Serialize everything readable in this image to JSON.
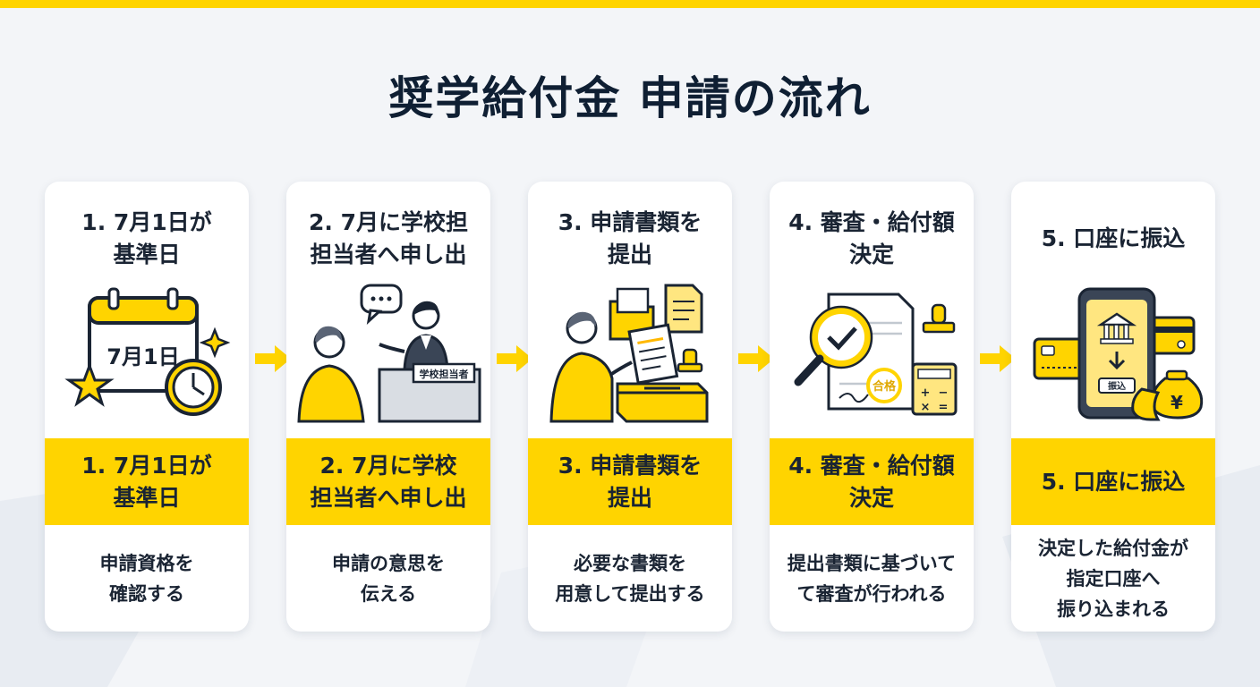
{
  "title": "奨学給付金 申請の流れ",
  "colors": {
    "accent": "#ffd400",
    "text": "#1a2433",
    "card": "#ffffff",
    "background": "#f3f5f8"
  },
  "steps": [
    {
      "title": "1. 7月1日が\n基準日",
      "band": "1. 7月1日が\n基準日",
      "description": "申請資格を\n確認する",
      "icon": "calendar-clock-icon",
      "illustration_text": "7月1日"
    },
    {
      "title": "2. 7月に学校担\n担当者へ申し出",
      "band": "2. 7月に学校\n担当者へ申し出",
      "description": "申請の意思を\n伝える",
      "icon": "school-consultation-icon",
      "illustration_text": "学校担当者"
    },
    {
      "title": "3. 申請書類を\n提出",
      "band": "3. 申請書類を\n提出",
      "description": "必要な書類を\n用意して提出する",
      "icon": "document-submission-icon"
    },
    {
      "title": "4. 審査・給付額\n決定",
      "band": "4. 審査・給付額\n決定",
      "description": "提出書類に基づいて\nて審査が行われる",
      "icon": "review-approval-icon",
      "illustration_text": "合格"
    },
    {
      "title": "5. 口座に振込",
      "band": "5. 口座に振込",
      "description": "決定した給付金が\n指定口座へ\n振り込まれる",
      "icon": "bank-transfer-icon",
      "illustration_text": "振込"
    }
  ]
}
